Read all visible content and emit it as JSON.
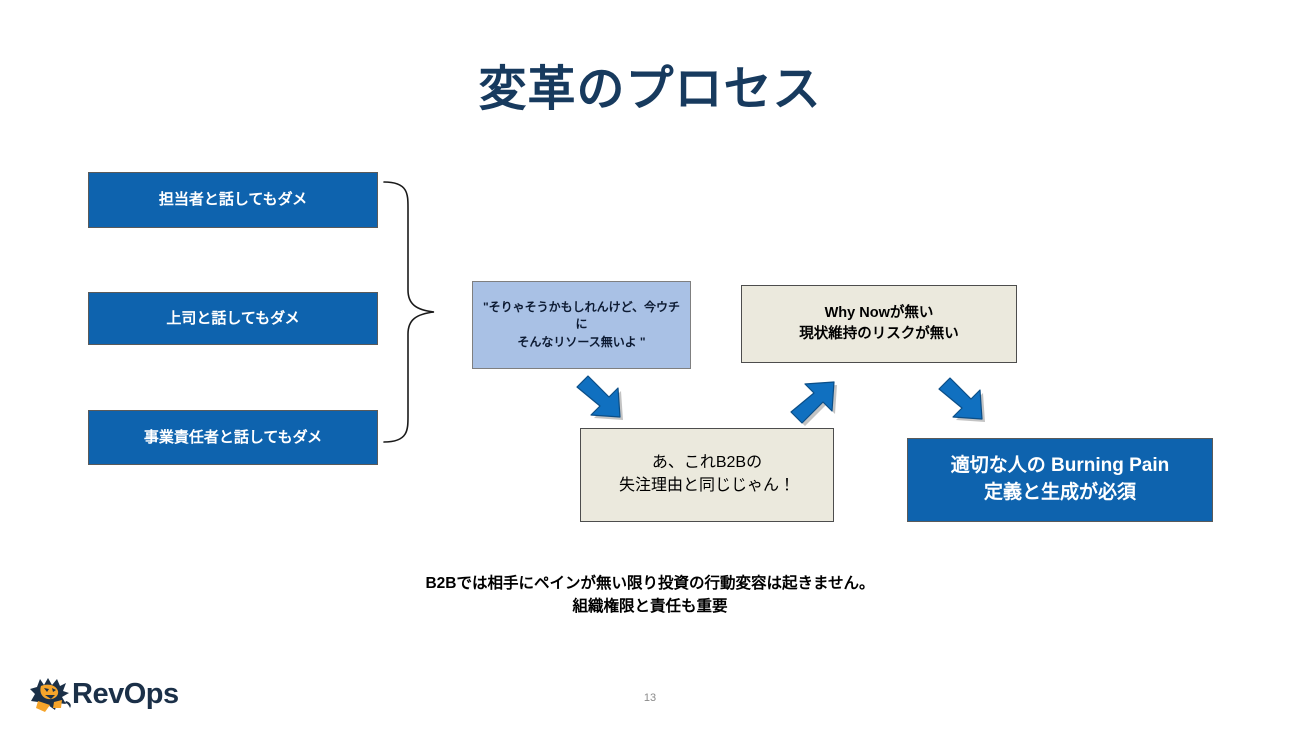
{
  "slide": {
    "title": "変革のプロセス",
    "page_number": "13"
  },
  "colors": {
    "title_navy": "#173A5E",
    "box_blue": "#0E63AE",
    "box_light_blue": "#A9C1E5",
    "box_cream": "#EBE9DD",
    "arrow_blue": "#1070C0",
    "logo_navy": "#1B3048",
    "logo_orange": "#F5A42B",
    "page_number_grey": "#8A8A8A"
  },
  "left_column": {
    "items": [
      {
        "label": "担当者と話してもダメ"
      },
      {
        "label": "上司と話してもダメ"
      },
      {
        "label": "事業責任者と話してもダメ"
      }
    ]
  },
  "flow": {
    "quote_box": {
      "line1": "\"そりゃそうかもしれんけど、今ウチに",
      "line2": "そんなリソース無いよ \""
    },
    "why_now_box": {
      "line1": "Why Nowが無い",
      "line2": "現状維持のリスクが無い"
    },
    "b2b_box": {
      "line1": "あ、これB2Bの",
      "line2": "失注理由と同じじゃん！"
    },
    "burning_pain_box": {
      "line1": "適切な人の Burning Pain",
      "line2": "定義と生成が必須"
    },
    "arrows": [
      {
        "name": "arrow-down-right-1",
        "direction": "down-right"
      },
      {
        "name": "arrow-up-right",
        "direction": "up-right"
      },
      {
        "name": "arrow-down-right-2",
        "direction": "down-right"
      }
    ],
    "brace": {
      "name": "curly-brace",
      "direction": "right"
    }
  },
  "caption": {
    "line1": "B2Bでは相手にペインが無い限り投資の行動変容は起きません。",
    "line2": "組織権限と責任も重要"
  },
  "footer": {
    "logo_text": "RevOps",
    "logo_mark": "lion-head-icon"
  }
}
